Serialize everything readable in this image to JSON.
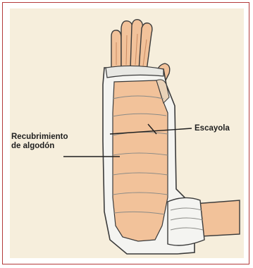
{
  "labels": {
    "padding_line1": "Recubrimiento",
    "padding_line2": "de algodón",
    "cast": "Escayola"
  },
  "colors": {
    "frame_border": "#b33a3a",
    "background": "#f6eedc",
    "skin": "#f2c29a",
    "skin_shade": "#e4a77c",
    "cast_white": "#f4f4f1",
    "outline": "#3a3a3a"
  }
}
